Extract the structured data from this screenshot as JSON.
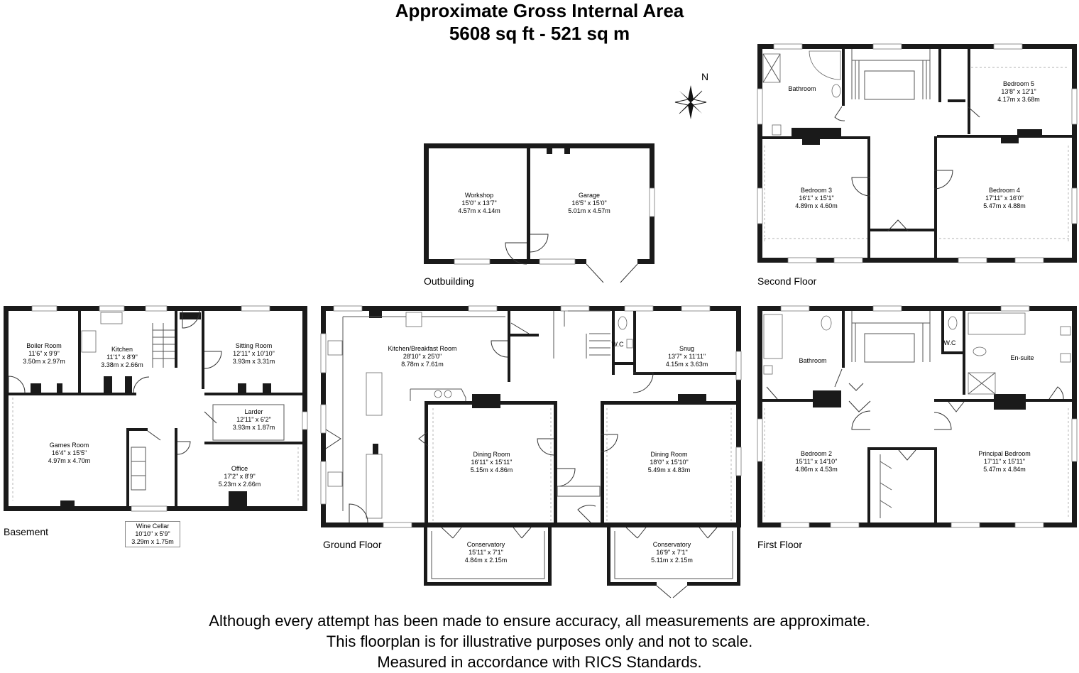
{
  "header": {
    "title": "Approximate Gross Internal Area",
    "area": "5608 sq ft - 521 sq m"
  },
  "compass": {
    "label": "N"
  },
  "floors": {
    "outbuilding": "Outbuilding",
    "second_floor": "Second Floor",
    "basement": "Basement",
    "ground_floor": "Ground Floor",
    "first_floor": "First Floor"
  },
  "rooms": {
    "workshop": {
      "name": "Workshop",
      "imperial": "15'0\" x 13'7\"",
      "metric": "4.57m x 4.14m"
    },
    "garage": {
      "name": "Garage",
      "imperial": "16'5\" x 15'0\"",
      "metric": "5.01m x 4.57m"
    },
    "bathroom_2f": {
      "name": "Bathroom"
    },
    "bedroom5": {
      "name": "Bedroom 5",
      "imperial": "13'8\" x 12'1\"",
      "metric": "4.17m x 3.68m"
    },
    "bedroom3": {
      "name": "Bedroom 3",
      "imperial": "16'1\" x 15'1\"",
      "metric": "4.89m x 4.60m"
    },
    "bedroom4": {
      "name": "Bedroom 4",
      "imperial": "17'11\" x 16'0\"",
      "metric": "5.47m x 4.88m"
    },
    "boiler": {
      "name": "Boiler Room",
      "imperial": "11'6\" x 9'9\"",
      "metric": "3.50m x 2.97m"
    },
    "kitchen_b": {
      "name": "Kitchen",
      "imperial": "11'1\" x 8'9\"",
      "metric": "3.38m x 2.66m"
    },
    "sitting": {
      "name": "Sitting Room",
      "imperial": "12'11\" x 10'10\"",
      "metric": "3.93m x 3.31m"
    },
    "larder": {
      "name": "Larder",
      "imperial": "12'11\" x 6'2\"",
      "metric": "3.93m x 1.87m"
    },
    "games": {
      "name": "Games Room",
      "imperial": "16'4\" x 15'5\"",
      "metric": "4.97m x 4.70m"
    },
    "office": {
      "name": "Office",
      "imperial": "17'2\" x 8'9\"",
      "metric": "5.23m x 2.66m"
    },
    "wine": {
      "name": "Wine Cellar",
      "imperial": "10'10\" x 5'9\"",
      "metric": "3.29m x 1.75m"
    },
    "kitchen_g": {
      "name": "Kitchen/Breakfast Room",
      "imperial": "28'10\" x 25'0\"",
      "metric": "8.78m x 7.61m"
    },
    "wc_g": {
      "name": "W.C"
    },
    "snug": {
      "name": "Snug",
      "imperial": "13'7\" x 11'11\"",
      "metric": "4.15m x 3.63m"
    },
    "dining1": {
      "name": "Dining Room",
      "imperial": "16'11\" x 15'11\"",
      "metric": "5.15m x 4.86m"
    },
    "dining2": {
      "name": "Dining Room",
      "imperial": "18'0\" x 15'10\"",
      "metric": "5.49m x 4.83m"
    },
    "conserv1": {
      "name": "Conservatory",
      "imperial": "15'11\" x 7'1\"",
      "metric": "4.84m x 2.15m"
    },
    "conserv2": {
      "name": "Conservatory",
      "imperial": "16'9\" x 7'1\"",
      "metric": "5.11m x 2.15m"
    },
    "bathroom_1f": {
      "name": "Bathroom"
    },
    "wc_1f": {
      "name": "W.C"
    },
    "ensuite": {
      "name": "En-suite"
    },
    "bedroom2": {
      "name": "Bedroom 2",
      "imperial": "15'11\" x 14'10\"",
      "metric": "4.86m x 4.53m"
    },
    "principal": {
      "name": "Principal Bedroom",
      "imperial": "17'11\" x 15'11\"",
      "metric": "5.47m x 4.84m"
    }
  },
  "footer": {
    "line1": "Although every attempt has been made to ensure accuracy, all measurements are approximate.",
    "line2": "This floorplan is for illustrative purposes only and not to scale.",
    "line3": "Measured in accordance with RICS Standards."
  },
  "colors": {
    "wall": "#1a1a1a",
    "background": "#ffffff"
  }
}
